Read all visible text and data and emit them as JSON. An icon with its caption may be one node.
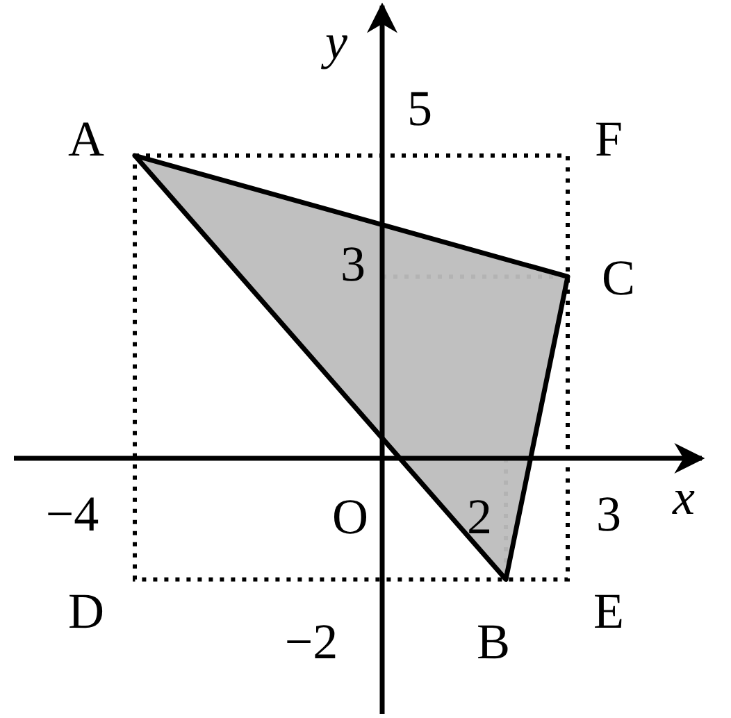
{
  "diagram": {
    "labels": [
      "y",
      "5",
      "A",
      "F",
      "3",
      "C",
      "−4",
      "O",
      "2",
      "3",
      "x",
      "D",
      "−2",
      "B",
      "E"
    ]
  }
}
